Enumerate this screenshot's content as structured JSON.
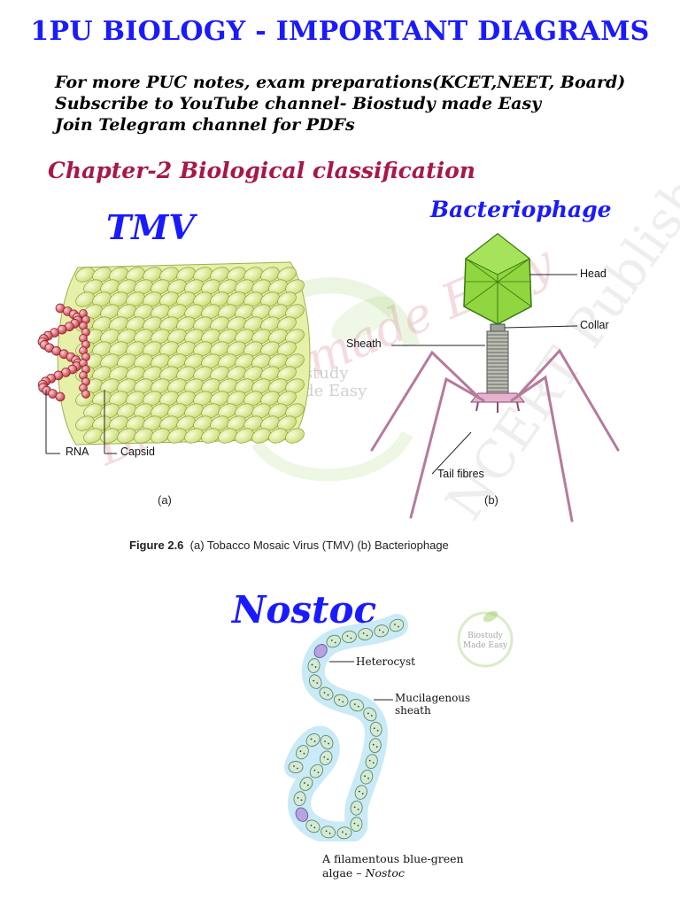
{
  "header": {
    "title": "1PU BIOLOGY - IMPORTANT DIAGRAMS",
    "lines": [
      "For more PUC notes, exam preparations(KCET,NEET, Board)",
      "Subscribe to YouTube channel- Biostudy made Easy",
      "Join Telegram channel for PDFs"
    ]
  },
  "chapter": "Chapter-2 Biological classification",
  "tmv": {
    "title": "TMV",
    "labels": {
      "rna": "RNA",
      "capsid": "Capsid",
      "panel": "(a)"
    }
  },
  "phage": {
    "title": "Bacteriophage",
    "labels": {
      "head": "Head",
      "collar": "Collar",
      "sheath": "Sheath",
      "tail_fibres": "Tail fibres",
      "panel": "(b)"
    }
  },
  "figure_caption": {
    "label": "Figure 2.6",
    "text": "(a) Tobacco Mosaic Virus (TMV)  (b) Bacteriophage"
  },
  "nostoc": {
    "title": "Nostoc",
    "labels": {
      "heterocyst": "Heterocyst",
      "sheath_line1": "Mucilagenous",
      "sheath_line2": "sheath"
    },
    "caption_line1": "A filamentous blue-green",
    "caption_line2_prefix": "algae – ",
    "caption_line2_italic": "Nostoc"
  },
  "watermarks": {
    "main": "Biostudy made Easy",
    "secondary": "NCERT Published",
    "logo_line1": "Biostudy",
    "logo_line2": "Made Easy",
    "small_logo_line1": "Biostudy",
    "small_logo_line2": "Made Easy"
  },
  "colors": {
    "title_blue": "#1a1aff",
    "chapter_maroon": "#a8174a",
    "capsid_green": "#e2ee9a",
    "rna_red": "#e0505a",
    "phage_head_green": "#7fcf3a",
    "tail_pink": "#b57a9c",
    "nostoc_cell": "#cfe8cf",
    "nostoc_halo": "#a9dcef",
    "heterocyst_purple": "#b7a3e0"
  }
}
